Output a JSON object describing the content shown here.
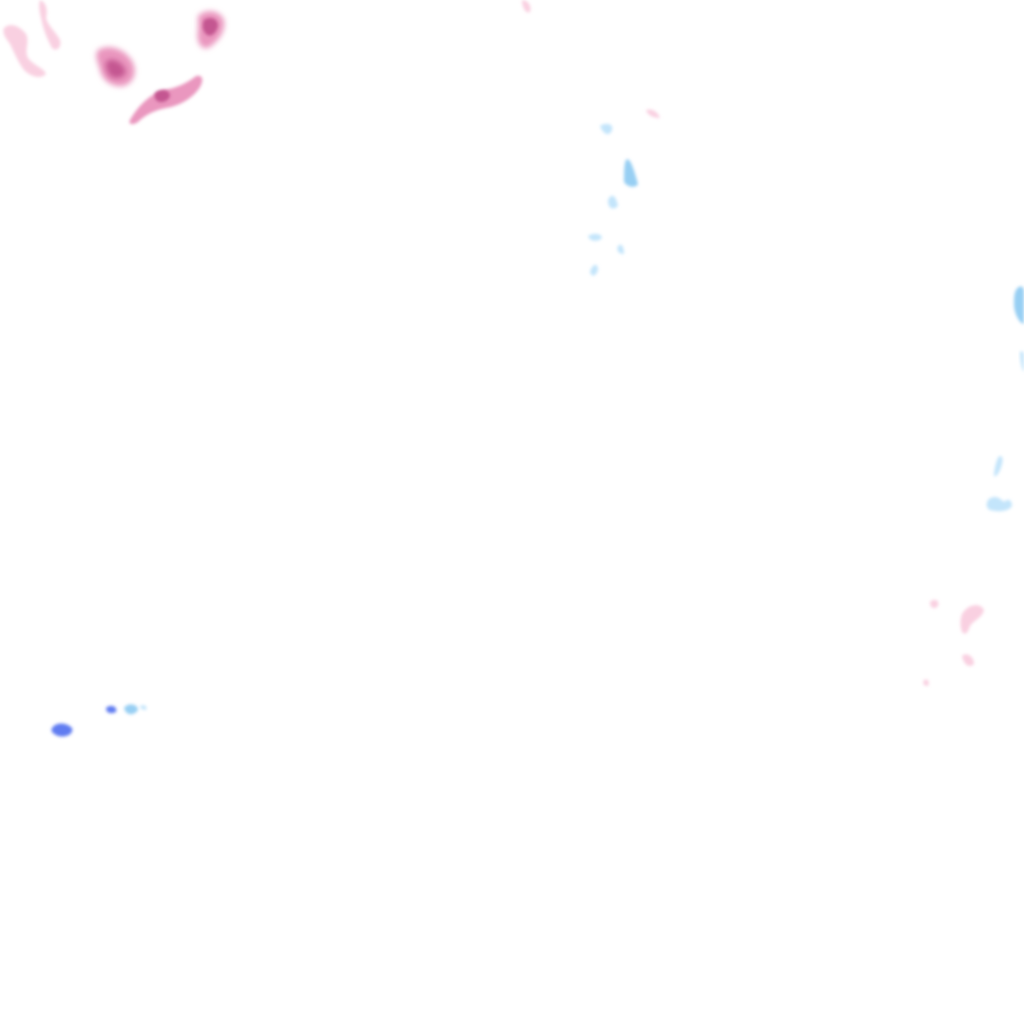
{
  "map": {
    "type": "radar-precipitation-tile",
    "background": "#ffffff",
    "palette": {
      "snow_light": "#f8c8dc",
      "snow_moderate": "#e88cb8",
      "snow_heavy": "#c0508c",
      "rain_light": "#b8e0fa",
      "rain_moderate": "#8ccaf2",
      "rain_heavy": "#4f6ff0"
    },
    "precipitation_types_shown": [
      "snow",
      "rain"
    ]
  }
}
